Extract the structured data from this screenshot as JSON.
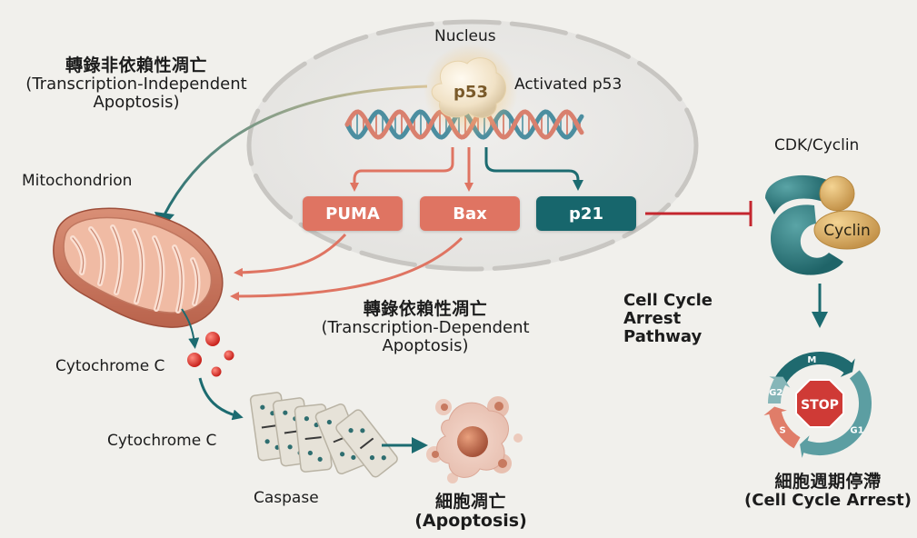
{
  "title": "p53 signaling: apoptosis and cell cycle arrest",
  "colors": {
    "background": "#f1f0ec",
    "apoptosis_red": "#df7462",
    "p21_teal": "#17666c",
    "inhibition_red": "#c4262e",
    "cyclin_gold": "#d9ad62",
    "cdk_teal": "#2f7c80",
    "stop_red": "#cf3a36"
  },
  "nucleus": {
    "label": "Nucleus",
    "p53_label": "p53",
    "activated_label": "Activated p53"
  },
  "targets": [
    {
      "label": "PUMA",
      "group": "apoptosis"
    },
    {
      "label": "Bax",
      "group": "apoptosis"
    },
    {
      "label": "p21",
      "group": "cell-cycle"
    }
  ],
  "transcription_independent": {
    "zh": "轉錄非依賴性凋亡",
    "en_line1": "(Transcription-Independent",
    "en_line2": "Apoptosis)"
  },
  "transcription_dependent": {
    "zh": "轉錄依賴性凋亡",
    "en_line1": "(Transcription-Dependent",
    "en_line2": "Apoptosis)"
  },
  "mitochondrion": {
    "label": "Mitochondrion"
  },
  "cytochrome_c": {
    "label_release": "Cytochrome C",
    "label_cascade": "Cytochrome C"
  },
  "caspase": {
    "label": "Caspase"
  },
  "apoptosis": {
    "zh": "細胞凋亡",
    "en": "(Apoptosis)"
  },
  "cell_cycle_pathway": {
    "line1": "Cell Cycle",
    "line2": "Arrest",
    "line3": "Pathway"
  },
  "cdk": {
    "title": "CDK/Cyclin",
    "cyclin_label": "Cyclin"
  },
  "cycle": {
    "phases": [
      "M",
      "G1",
      "S",
      "G2"
    ],
    "stop_label": "STOP",
    "zh": "細胞週期停滯",
    "en": "(Cell Cycle Arrest)"
  }
}
